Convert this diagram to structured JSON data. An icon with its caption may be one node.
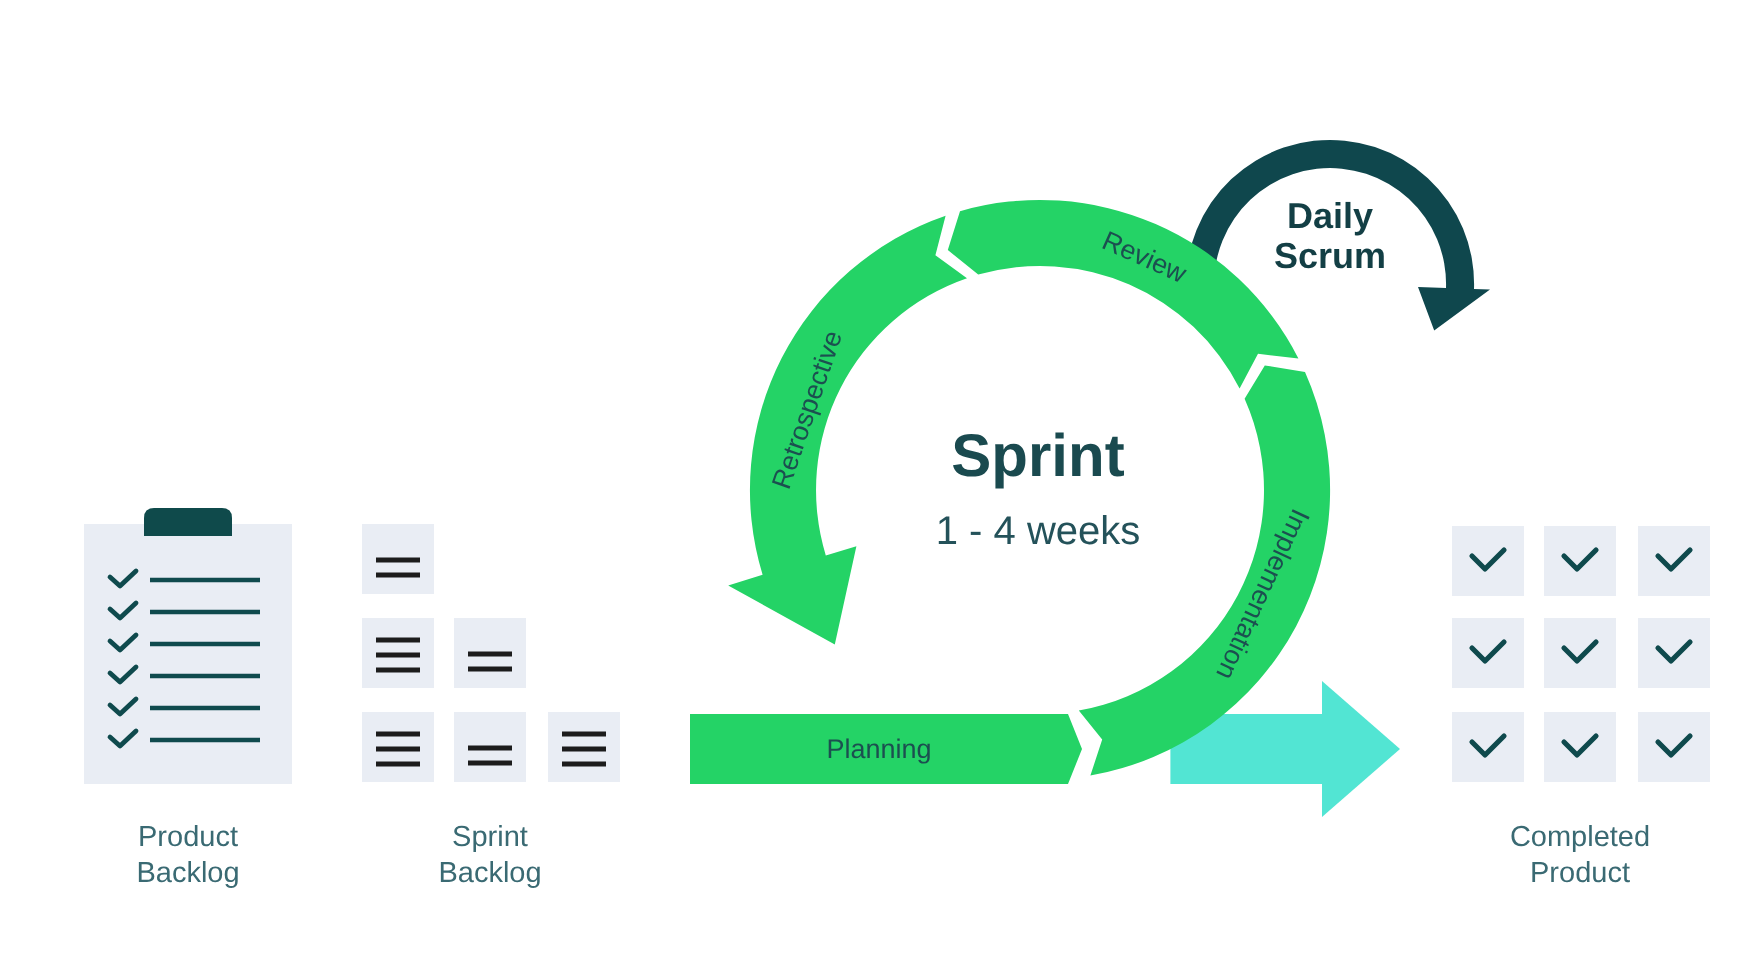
{
  "diagram": {
    "nodes": [
      {
        "text": [
          "Product Backlog"
        ]
      },
      {
        "text": [
          "Sprint Backlog"
        ]
      },
      {
        "text": [
          "Planning"
        ]
      },
      {
        "text": [
          "Implementation"
        ]
      },
      {
        "text": [
          "Review"
        ]
      },
      {
        "text": [
          "Retrospective"
        ]
      },
      {
        "text": [
          "Completed Product"
        ]
      }
    ],
    "edges": [
      {
        "from": 3,
        "to": 6,
        "arrow": "to",
        "color": "#52e5d3"
      }
    ],
    "labels": [
      "Daily Scrum",
      "Sprint",
      "1 - 4 weeks"
    ]
  }
}
